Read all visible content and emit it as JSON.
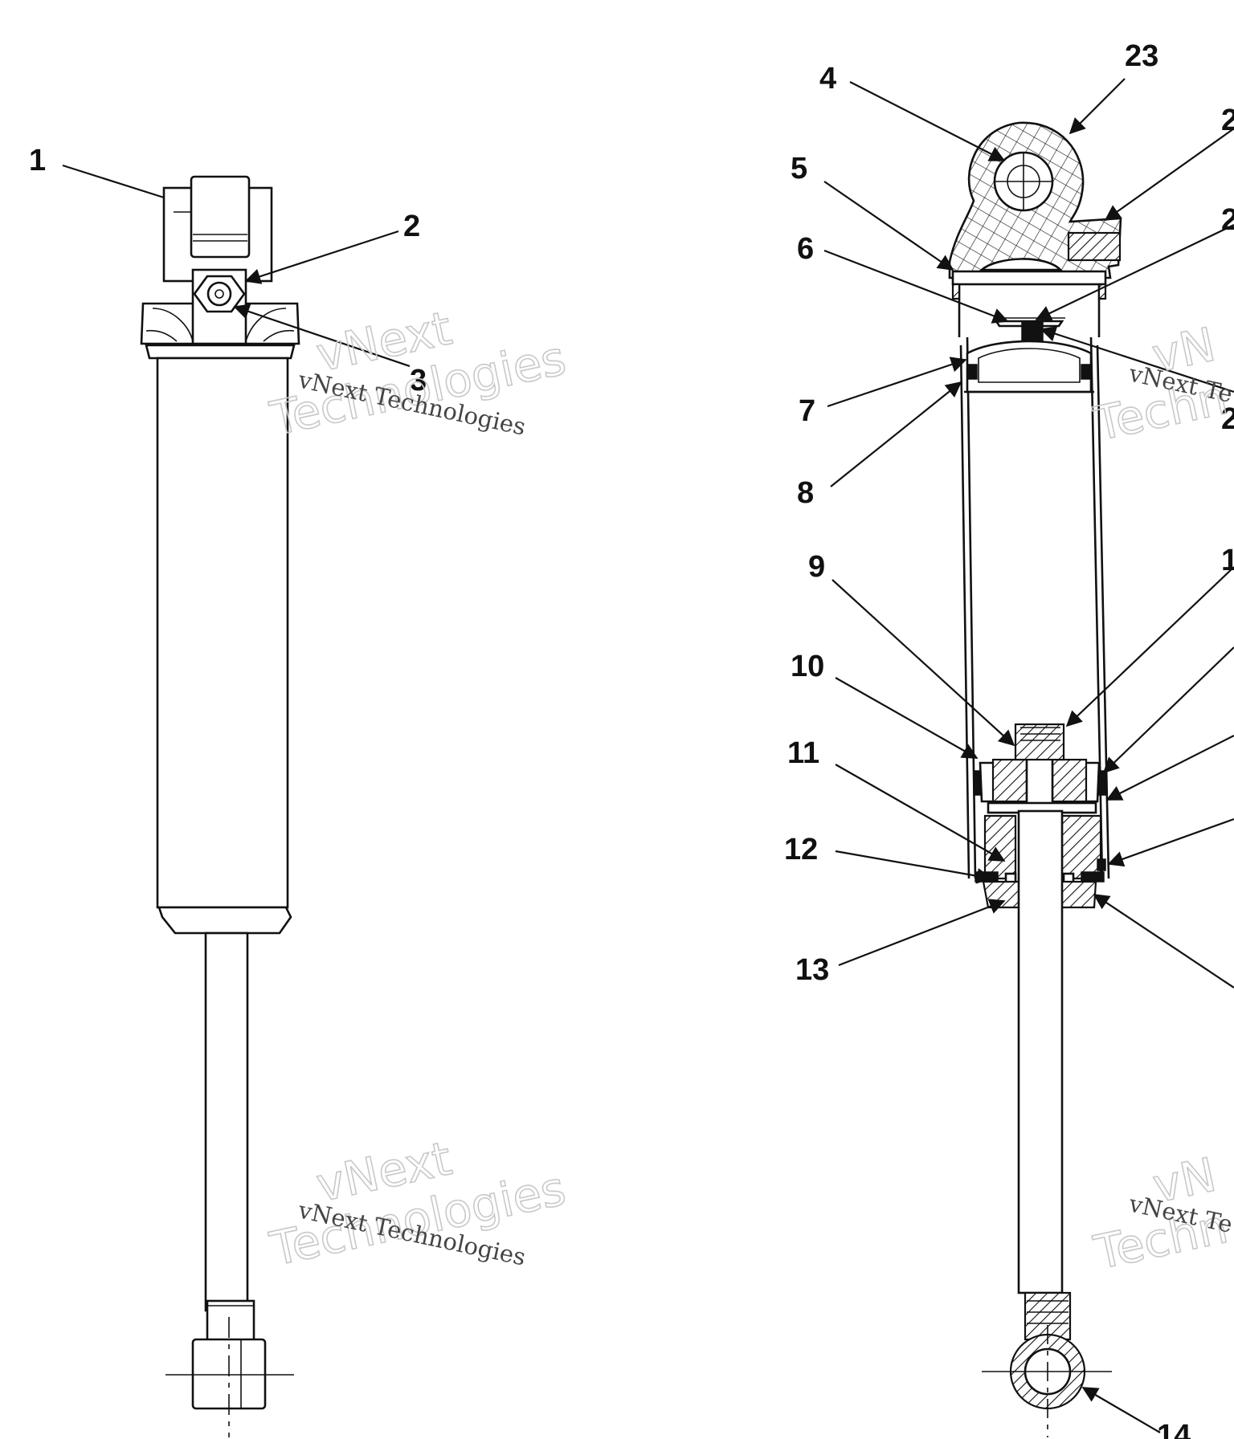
{
  "callouts": {
    "c1": "1",
    "c2": "2",
    "c3": "3",
    "c4": "4",
    "c5": "5",
    "c6": "6",
    "c7": "7",
    "c8": "8",
    "c9": "9",
    "c10": "10",
    "c11": "11",
    "c12": "12",
    "c13": "13",
    "c14": "14",
    "c23": "23",
    "r_a": "2",
    "r_b": "2",
    "r_c": "2",
    "r_d": "1"
  },
  "watermarks": {
    "big_1": "vNext",
    "big_2": "Technologies",
    "small": "vNext Technologies",
    "cut_big_1": "vN",
    "cut_big_2": "Techn",
    "cut_small": "vNext Te"
  },
  "colors": {
    "ink": "#111111",
    "watermark_outline": "#c9c9c9",
    "background": "#ffffff"
  }
}
